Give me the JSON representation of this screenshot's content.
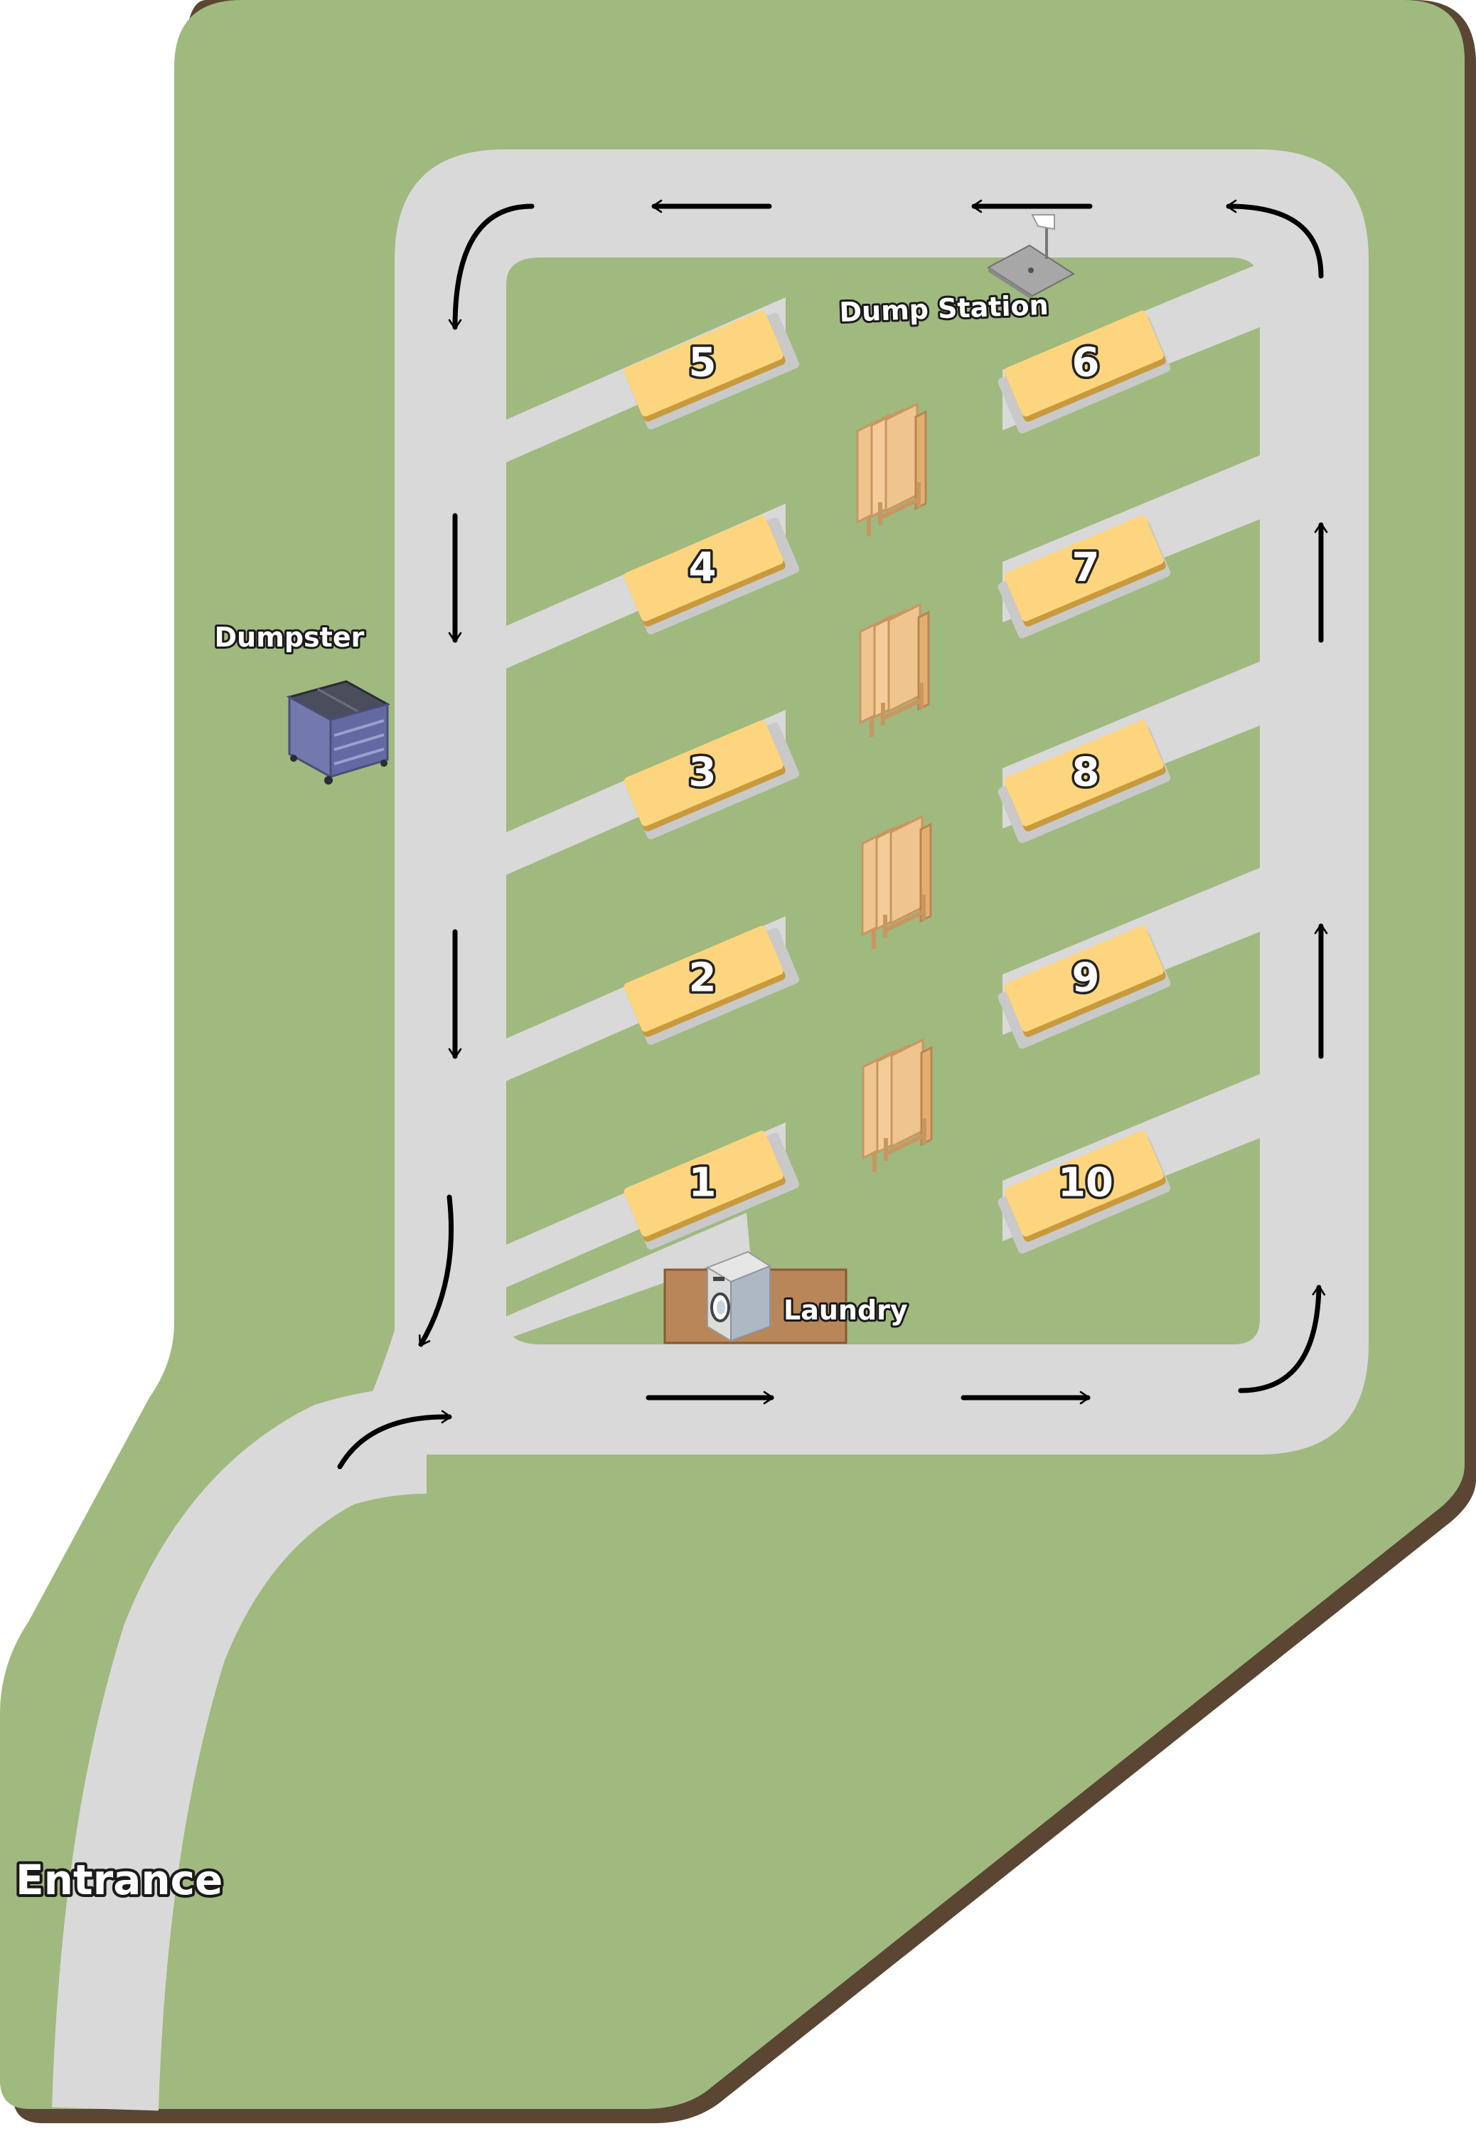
{
  "labels": {
    "dump_station": "Dump Station",
    "dumpster": "Dumpster",
    "laundry": "Laundry",
    "entrance": "Entrance"
  },
  "sites": [
    "1",
    "2",
    "3",
    "4",
    "5",
    "6",
    "7",
    "8",
    "9",
    "10"
  ],
  "icons": [
    "dump-station-icon",
    "dumpster-icon",
    "washing-machine-icon",
    "picnic-table-icon",
    "arrow-icon"
  ],
  "colors": {
    "grass": "#9fb97f",
    "ground_edge": "#5a4632",
    "road": "#d9d9d9",
    "site_pad": "#fdd57e",
    "site_pad_edge": "#c99a3c",
    "laundry_pad": "#b9865a",
    "table_wood": "#f0c48f",
    "dumpster_body": "#6e74aa",
    "dumpster_lid": "#3a3e4a"
  }
}
